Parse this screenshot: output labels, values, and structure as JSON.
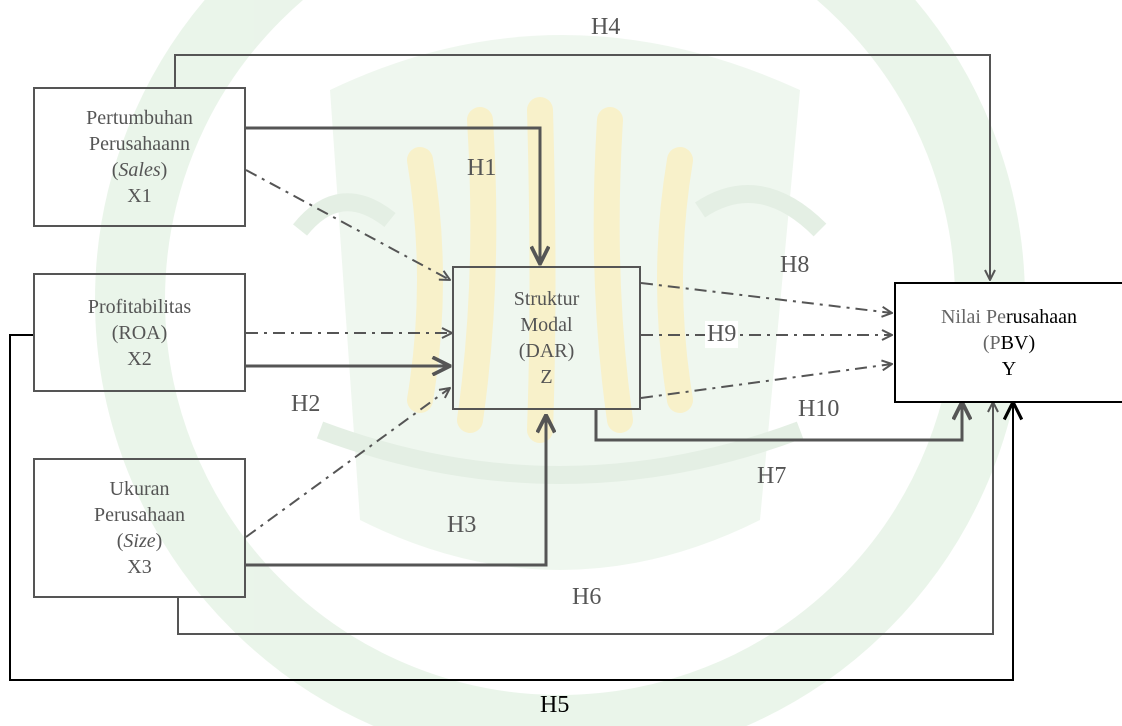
{
  "boxes": {
    "x1": {
      "line1": "Pertumbuhan",
      "line2": "Perusahaann",
      "line3_open": "(",
      "line3_it": "Sales",
      "line3_close": ")",
      "line4": "X1"
    },
    "x2": {
      "line1": "Profitabilitas",
      "line2": "(ROA)",
      "line3": "X2"
    },
    "x3": {
      "line1": "Ukuran",
      "line2": "Perusahaan",
      "line3_open": "(",
      "line3_it": "Size",
      "line3_close": ")",
      "line4": "X3"
    },
    "z": {
      "line1": "Struktur",
      "line2": "Modal",
      "line3": "(DAR)",
      "line4": "Z"
    },
    "y": {
      "line1a": "Nilai Pe",
      "line1b": "rusahaan",
      "line2a": "(P",
      "line2b": "BV)",
      "line3": "Y"
    }
  },
  "hypotheses": {
    "h1": "H1",
    "h2": "H2",
    "h3": "H3",
    "h4": "H4",
    "h5": "H5",
    "h6": "H6",
    "h7": "H7",
    "h8": "H8",
    "h9": "H9",
    "h10": "H10"
  },
  "colors": {
    "line": "#555555",
    "watermark_green": "#cfe6cf",
    "watermark_yellow": "#f3e6a0",
    "frame": "#000000"
  }
}
